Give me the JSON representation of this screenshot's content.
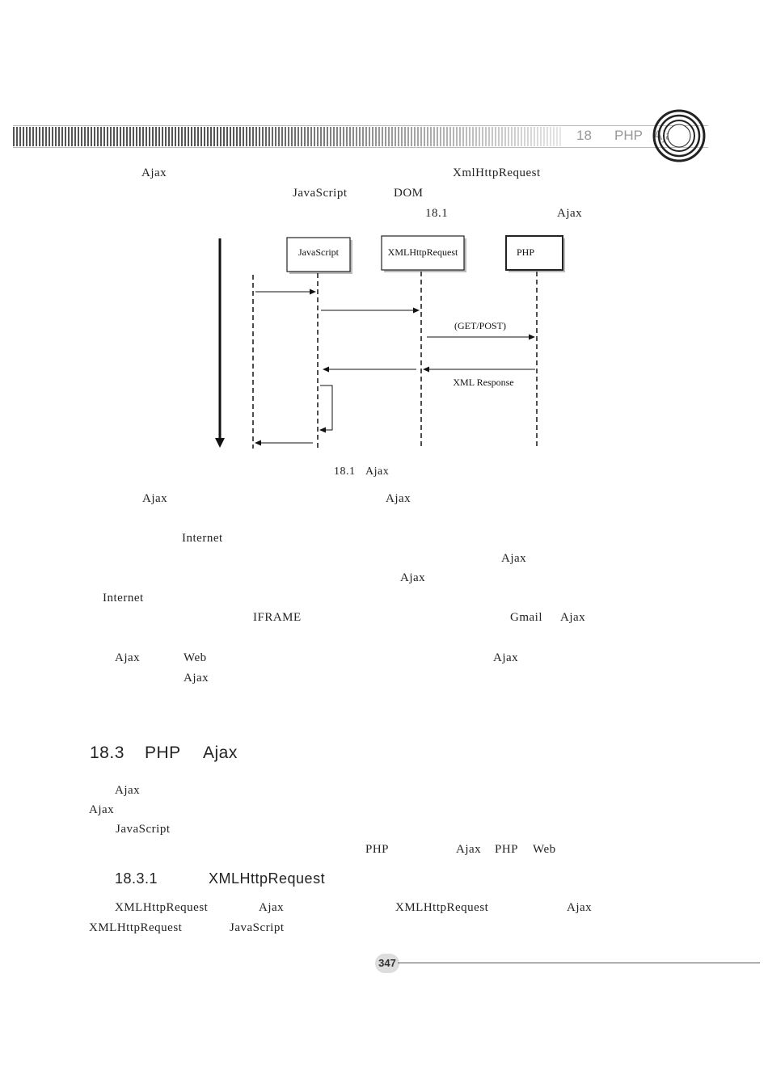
{
  "header": {
    "chapter_number": "18",
    "chapter_php": "PHP",
    "chapter_ajax": "Ajax"
  },
  "intro": {
    "line1_a": "Ajax",
    "line1_b": "XmlHttpRequest",
    "line2_a": "JavaScript",
    "line2_b": "DOM",
    "line3_a": "18.1",
    "line3_b": "Ajax"
  },
  "figure": {
    "lifeline_js": "JavaScript",
    "lifeline_xhr": "XMLHttpRequest",
    "lifeline_php": "PHP",
    "msg_get_post": "(GET/POST)",
    "msg_xml_response": "XML Response",
    "caption_number": "18.1",
    "caption_text": "Ajax"
  },
  "body": {
    "p1_a": "Ajax",
    "p1_b": "Ajax",
    "p2_a": "Internet",
    "p2_b": "Ajax",
    "p2_c": "Ajax",
    "p2_d": "Internet",
    "p2_e": "IFRAME",
    "p2_f": "Gmail",
    "p2_g": "Ajax",
    "p3_a": "Ajax",
    "p3_b": "Web",
    "p3_c": "Ajax",
    "p3_d": "Ajax"
  },
  "section": {
    "number": "18.3",
    "php": "PHP",
    "ajax": "Ajax",
    "s_a": "Ajax",
    "s_b": "Ajax",
    "s_c": "JavaScript",
    "s_d": "PHP",
    "s_e": "Ajax",
    "s_f": "PHP",
    "s_g": "Web"
  },
  "subsection": {
    "number": "18.3.1",
    "title": "XMLHttpRequest",
    "t_a": "XMLHttpRequest",
    "t_b": "Ajax",
    "t_c": "XMLHttpRequest",
    "t_d": "Ajax",
    "t_e": "XMLHttpRequest",
    "t_f": "JavaScript"
  },
  "footer": {
    "page_number": "347"
  }
}
